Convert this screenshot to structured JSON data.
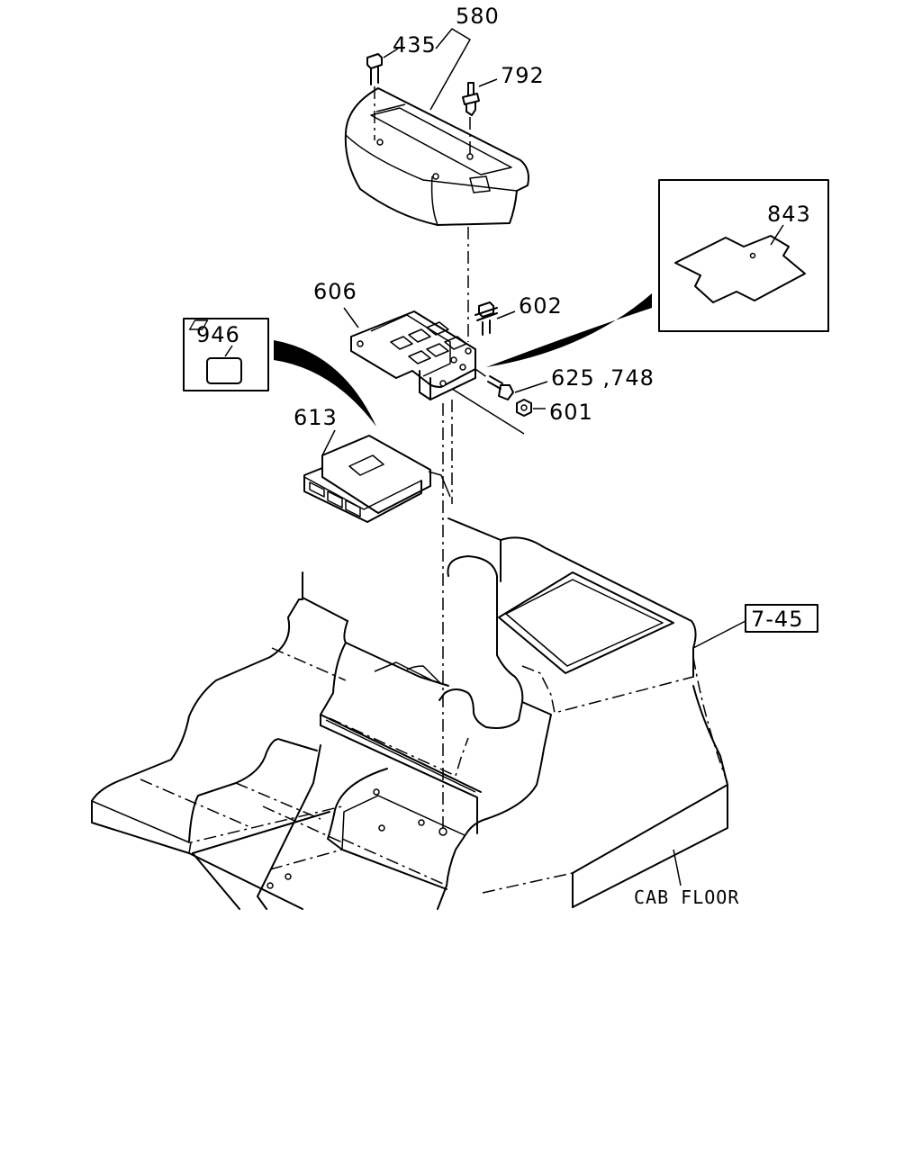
{
  "callouts": {
    "c580": "580",
    "c435": "435",
    "c792": "792",
    "c843": "843",
    "c606": "606",
    "c602": "602",
    "c946": "946",
    "c625": "625 ,748",
    "c601": "601",
    "c613": "613",
    "c745": "7-45"
  },
  "floor_label": "CAB FLOOR"
}
